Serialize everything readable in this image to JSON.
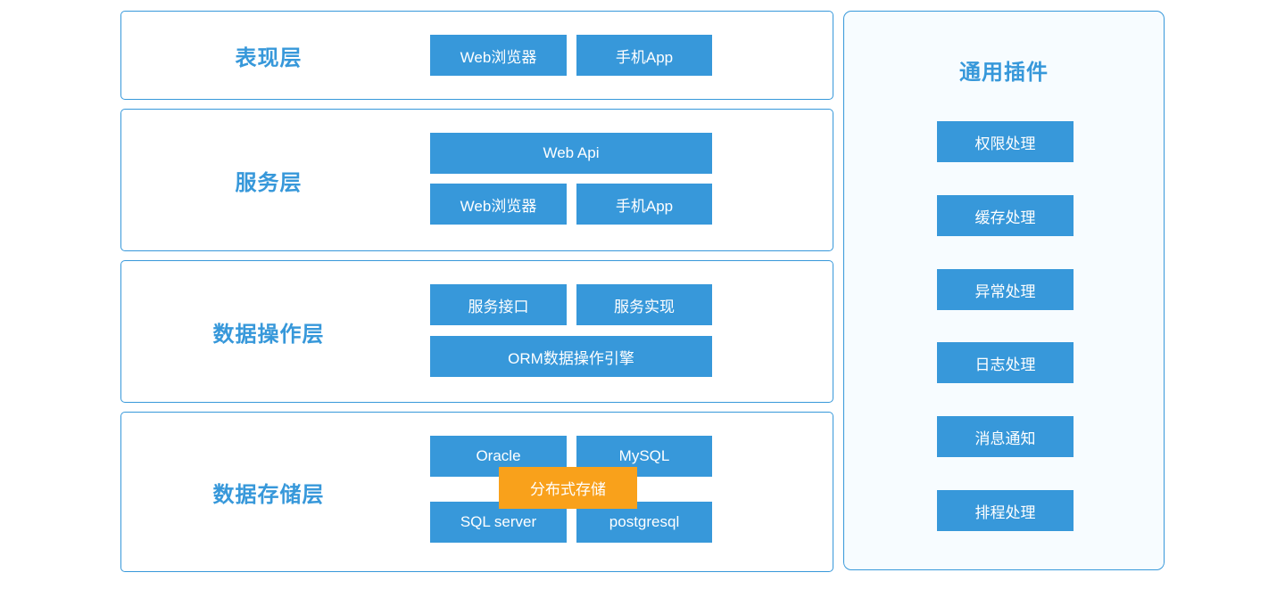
{
  "colors": {
    "accent": "#3798da",
    "orange": "#f9a11b",
    "panel_bg": "#f7fcff",
    "box_text": "#ffffff"
  },
  "layers": [
    {
      "title": "表现层",
      "boxes": [
        "Web浏览器",
        "手机App"
      ]
    },
    {
      "title": "服务层",
      "boxes": [
        "Web Api",
        "Web浏览器",
        "手机App"
      ]
    },
    {
      "title": "数据操作层",
      "boxes": [
        "服务接口",
        "服务实现",
        "ORM数据操作引擎"
      ]
    },
    {
      "title": "数据存储层",
      "boxes": [
        "Oracle",
        "MySQL",
        "SQL server",
        "postgresql"
      ],
      "overlay": "分布式存储"
    }
  ],
  "plugins": {
    "title": "通用插件",
    "items": [
      "权限处理",
      "缓存处理",
      "异常处理",
      "日志处理",
      "消息通知",
      "排程处理"
    ]
  }
}
